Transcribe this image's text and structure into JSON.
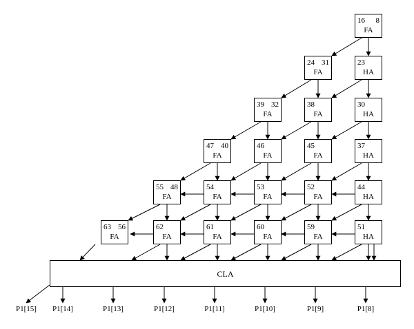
{
  "diagram": {
    "cells": [
      {
        "id": "c16",
        "n1": "16",
        "n2": "8",
        "type": "FA"
      },
      {
        "id": "c24",
        "n1": "24",
        "n2": "31",
        "type": "FA"
      },
      {
        "id": "c23",
        "n1": "23",
        "n2": "",
        "type": "HA"
      },
      {
        "id": "c39",
        "n1": "39",
        "n2": "32",
        "type": "FA"
      },
      {
        "id": "c38",
        "n1": "38",
        "n2": "",
        "type": "FA"
      },
      {
        "id": "c30",
        "n1": "30",
        "n2": "",
        "type": "HA"
      },
      {
        "id": "c47",
        "n1": "47",
        "n2": "40",
        "type": "FA"
      },
      {
        "id": "c46",
        "n1": "46",
        "n2": "",
        "type": "FA"
      },
      {
        "id": "c45",
        "n1": "45",
        "n2": "",
        "type": "FA"
      },
      {
        "id": "c37",
        "n1": "37",
        "n2": "",
        "type": "HA"
      },
      {
        "id": "c55",
        "n1": "55",
        "n2": "48",
        "type": "FA"
      },
      {
        "id": "c54",
        "n1": "54",
        "n2": "",
        "type": "FA"
      },
      {
        "id": "c53",
        "n1": "53",
        "n2": "",
        "type": "FA"
      },
      {
        "id": "c52",
        "n1": "52",
        "n2": "",
        "type": "FA"
      },
      {
        "id": "c44",
        "n1": "44",
        "n2": "",
        "type": "HA"
      },
      {
        "id": "c63",
        "n1": "63",
        "n2": "56",
        "type": "FA"
      },
      {
        "id": "c62",
        "n1": "62",
        "n2": "",
        "type": "FA"
      },
      {
        "id": "c61",
        "n1": "61",
        "n2": "",
        "type": "FA"
      },
      {
        "id": "c60",
        "n1": "60",
        "n2": "",
        "type": "FA"
      },
      {
        "id": "c59",
        "n1": "59",
        "n2": "",
        "type": "FA"
      },
      {
        "id": "c51",
        "n1": "51",
        "n2": "",
        "type": "HA"
      }
    ],
    "cla_label": "CLA",
    "outputs": [
      "P1[15]",
      "P1[14]",
      "P1[13]",
      "P1[12]",
      "P1[11]",
      "P1[10]",
      "P1[9]",
      "P1[8]"
    ]
  }
}
